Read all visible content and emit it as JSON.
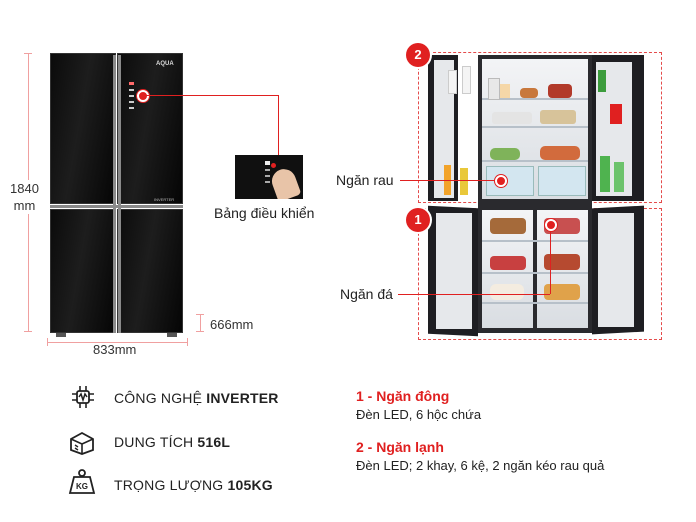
{
  "dimensions": {
    "height_line1": "1840",
    "height_line2": "mm",
    "width": "833mm",
    "depth": "666mm"
  },
  "fridge": {
    "brand": "AQUA",
    "badge": "INVERTER"
  },
  "control_panel": {
    "label": "Bảng điều khiển"
  },
  "interior": {
    "badge_top": "2",
    "badge_bottom": "1",
    "label_veg": "Ngăn rau",
    "label_ice": "Ngăn đá"
  },
  "features": [
    {
      "prefix": "CÔNG NGHỆ ",
      "value": "INVERTER",
      "icon": "inverter-chip-icon"
    },
    {
      "prefix": "DUNG TÍCH ",
      "value": "516L",
      "icon": "capacity-box-icon"
    },
    {
      "prefix": "TRỌNG LƯỢNG ",
      "value": "105KG",
      "icon": "weight-kg-icon"
    }
  ],
  "compartments": [
    {
      "title": "1 - Ngăn đông",
      "desc": "Đèn LED, 6 hộc chứa"
    },
    {
      "title": "2 - Ngăn lạnh",
      "desc": "Đèn LED; 2 khay, 6 kệ, 2 ngăn kéo rau quả"
    }
  ],
  "colors": {
    "accent": "#e02020",
    "dimension": "#f0a0a0",
    "fridge": "#0b0b0b"
  }
}
